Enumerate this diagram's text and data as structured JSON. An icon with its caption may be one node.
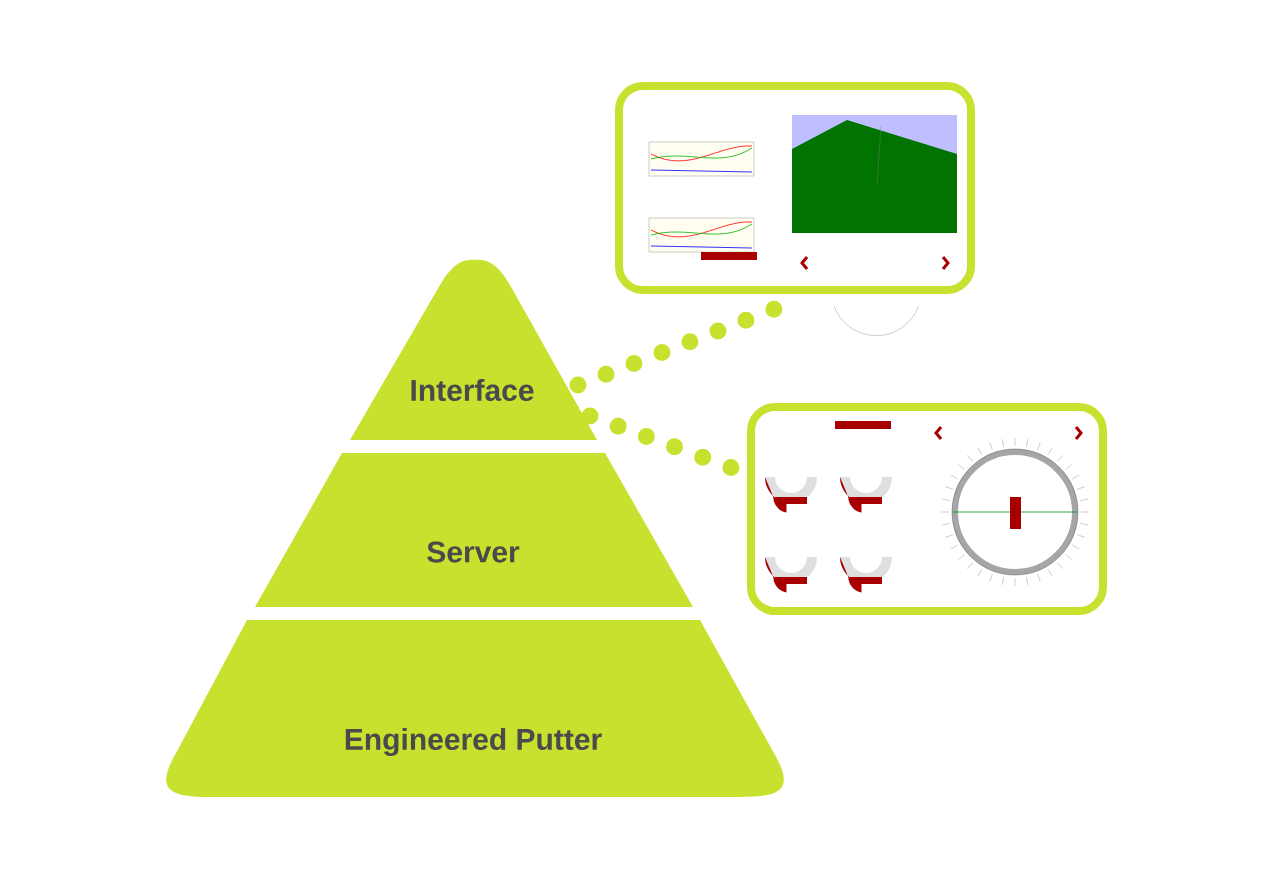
{
  "diagram": {
    "nodes": [
      {
        "text": [
          "Interface"
        ]
      },
      {
        "text": [
          "Server"
        ]
      },
      {
        "text": [
          "Engineered Putter"
        ]
      },
      {
        "text": [],
        "shape": "picture"
      },
      {
        "text": [],
        "shape": "picture"
      }
    ],
    "edges": [
      {
        "from": 0,
        "to": 3,
        "arrow": "none"
      },
      {
        "from": 0,
        "to": 4,
        "arrow": "none"
      }
    ]
  }
}
